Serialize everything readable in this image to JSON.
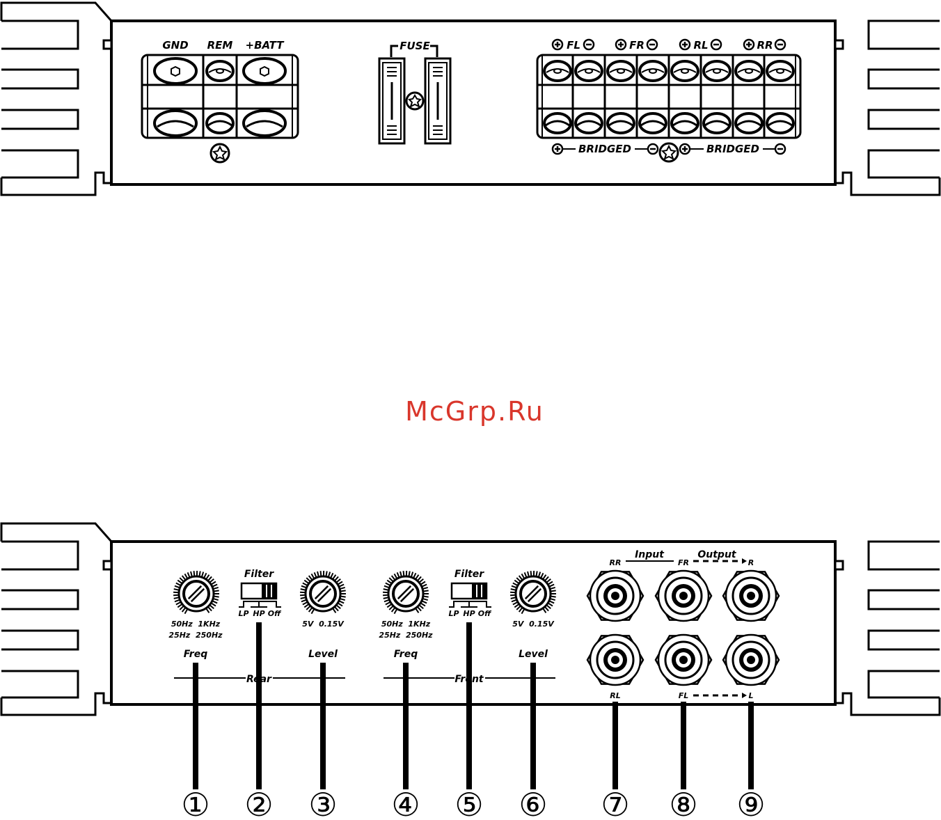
{
  "top_panel": {
    "power_labels": [
      "GND",
      "REM",
      "+BATT"
    ],
    "fuse_label": "FUSE",
    "speaker_channels": [
      "FL",
      "FR",
      "RL",
      "RR"
    ],
    "bridged_labels": [
      "BRIDGED",
      "BRIDGED"
    ]
  },
  "watermark": "McGrp.Ru",
  "bottom_panel": {
    "groups": [
      {
        "name": "Rear",
        "filter_label": "Filter",
        "filter_positions": [
          "LP",
          "HP",
          "Off"
        ],
        "freq_scale_top": "50Hz  1KHz",
        "freq_scale_bottom": "25Hz  250Hz",
        "freq_label": "Freq",
        "level_scale": "5V  0.15V",
        "level_label": "Level"
      },
      {
        "name": "Front",
        "filter_label": "Filter",
        "filter_positions": [
          "LP",
          "HP",
          "Off"
        ],
        "freq_scale_top": "50Hz  1KHz",
        "freq_scale_bottom": "25Hz  250Hz",
        "freq_label": "Freq",
        "level_scale": "5V  0.15V",
        "level_label": "Level"
      }
    ],
    "input_label": "Input",
    "output_label": "Output",
    "rca_top_labels": [
      "RR",
      "FR",
      "R"
    ],
    "rca_bottom_labels": [
      "RL",
      "FL",
      "L"
    ]
  },
  "callouts": [
    "①",
    "②",
    "③",
    "④",
    "⑤",
    "⑥",
    "⑦",
    "⑧",
    "⑨"
  ]
}
